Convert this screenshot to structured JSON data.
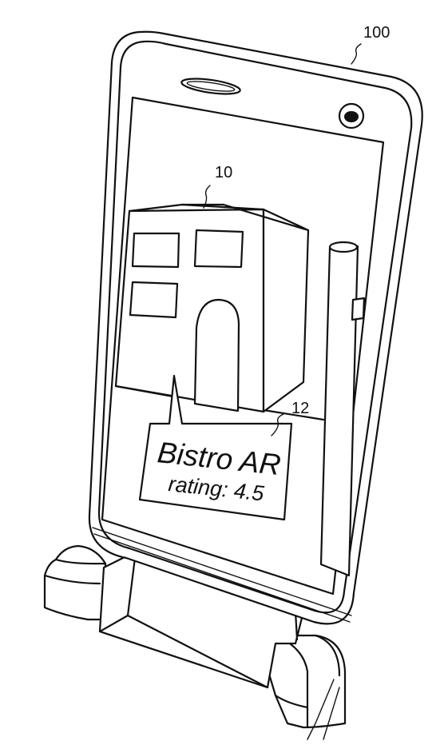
{
  "figure": {
    "reference_labels": {
      "device": "100",
      "building": "10",
      "ar_tag": "12"
    },
    "ar_label": {
      "title": "Bistro AR",
      "subtitle": "rating: 4.5"
    }
  }
}
